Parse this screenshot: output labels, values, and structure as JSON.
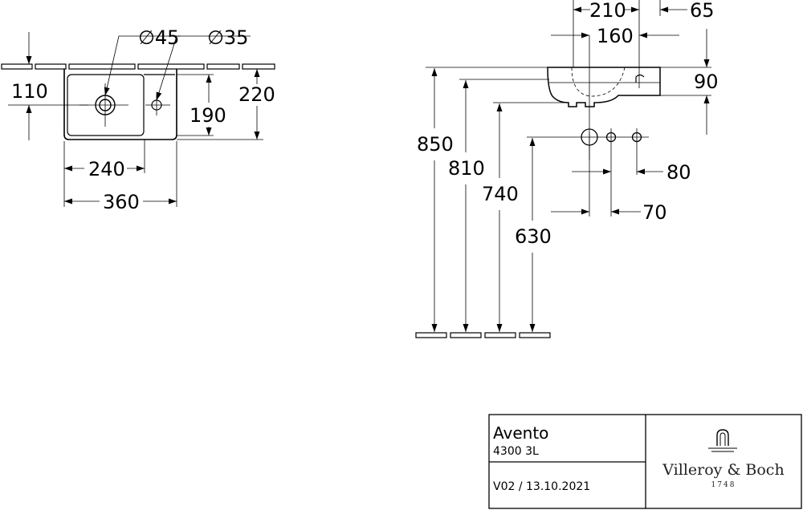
{
  "drawing": {
    "top_view": {
      "diameter_waste": "∅45",
      "diameter_tap_hole": "∅35",
      "dim_110": "110",
      "dim_220": "220",
      "dim_190": "190",
      "dim_240": "240",
      "dim_360": "360"
    },
    "side_view": {
      "dim_210": "210",
      "dim_65": "65",
      "dim_160": "160",
      "dim_90": "90",
      "dim_850": "850",
      "dim_810": "810",
      "dim_740": "740",
      "dim_630": "630",
      "dim_80": "80",
      "dim_70": "70"
    }
  },
  "title_block": {
    "product_name": "Avento",
    "product_code": "4300 3L",
    "version": "V02 / 13.10.2021",
    "brand": "Villeroy & Boch",
    "brand_year": "1748"
  }
}
